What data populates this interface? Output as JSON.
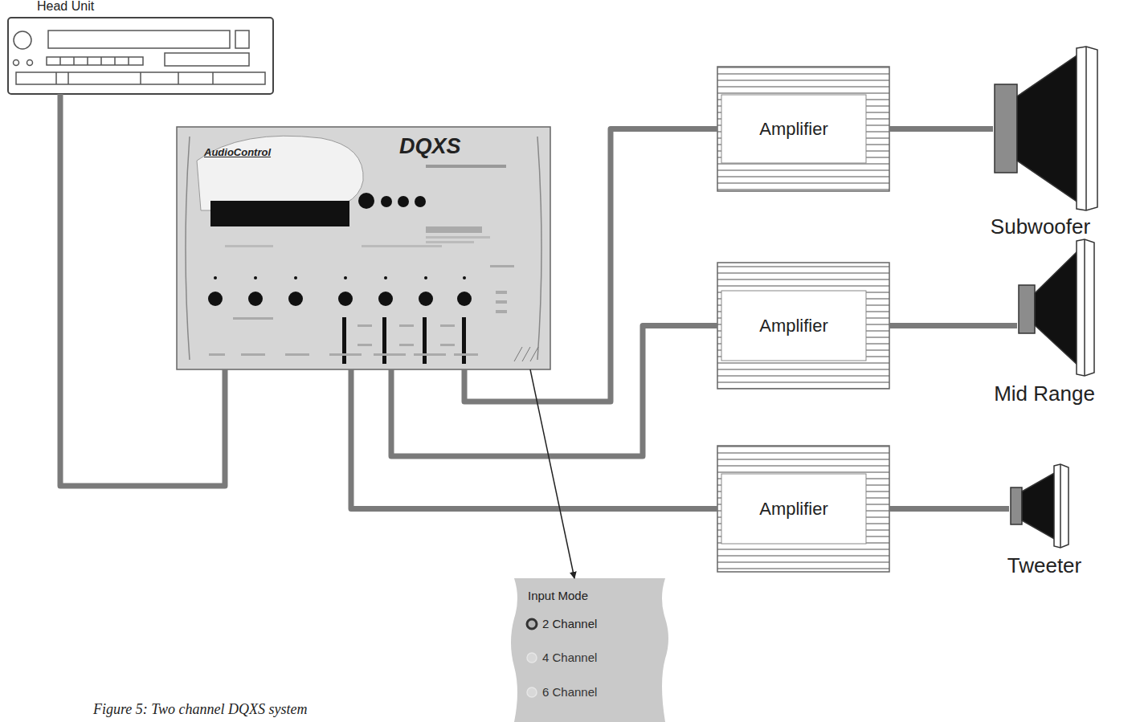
{
  "diagram": {
    "caption": "Figure 5: Two channel DQXS system",
    "nodes": [
      {
        "text": [
          "Head Unit"
        ]
      },
      {
        "text": [
          "AudioControl",
          "DQXS"
        ]
      },
      {
        "text": [
          "Amplifier"
        ]
      },
      {
        "text": [
          "Amplifier"
        ]
      },
      {
        "text": [
          "Amplifier"
        ]
      },
      {
        "text": [
          "Subwoofer"
        ]
      },
      {
        "text": [
          "Mid Range"
        ]
      },
      {
        "text": [
          "Tweeter"
        ]
      },
      {
        "text": [
          "Input Mode",
          "2 Channel",
          "4 Channel",
          "6 Channel"
        ]
      }
    ],
    "edges": [
      {
        "from": 0,
        "to": 1,
        "arrow": "none"
      },
      {
        "from": 1,
        "to": 2,
        "arrow": "none"
      },
      {
        "from": 1,
        "to": 3,
        "arrow": "none"
      },
      {
        "from": 1,
        "to": 4,
        "arrow": "none"
      },
      {
        "from": 2,
        "to": 5,
        "arrow": "none"
      },
      {
        "from": 3,
        "to": 6,
        "arrow": "none"
      },
      {
        "from": 4,
        "to": 7,
        "arrow": "none"
      },
      {
        "from": 1,
        "to": 8,
        "arrow": "to"
      }
    ]
  }
}
